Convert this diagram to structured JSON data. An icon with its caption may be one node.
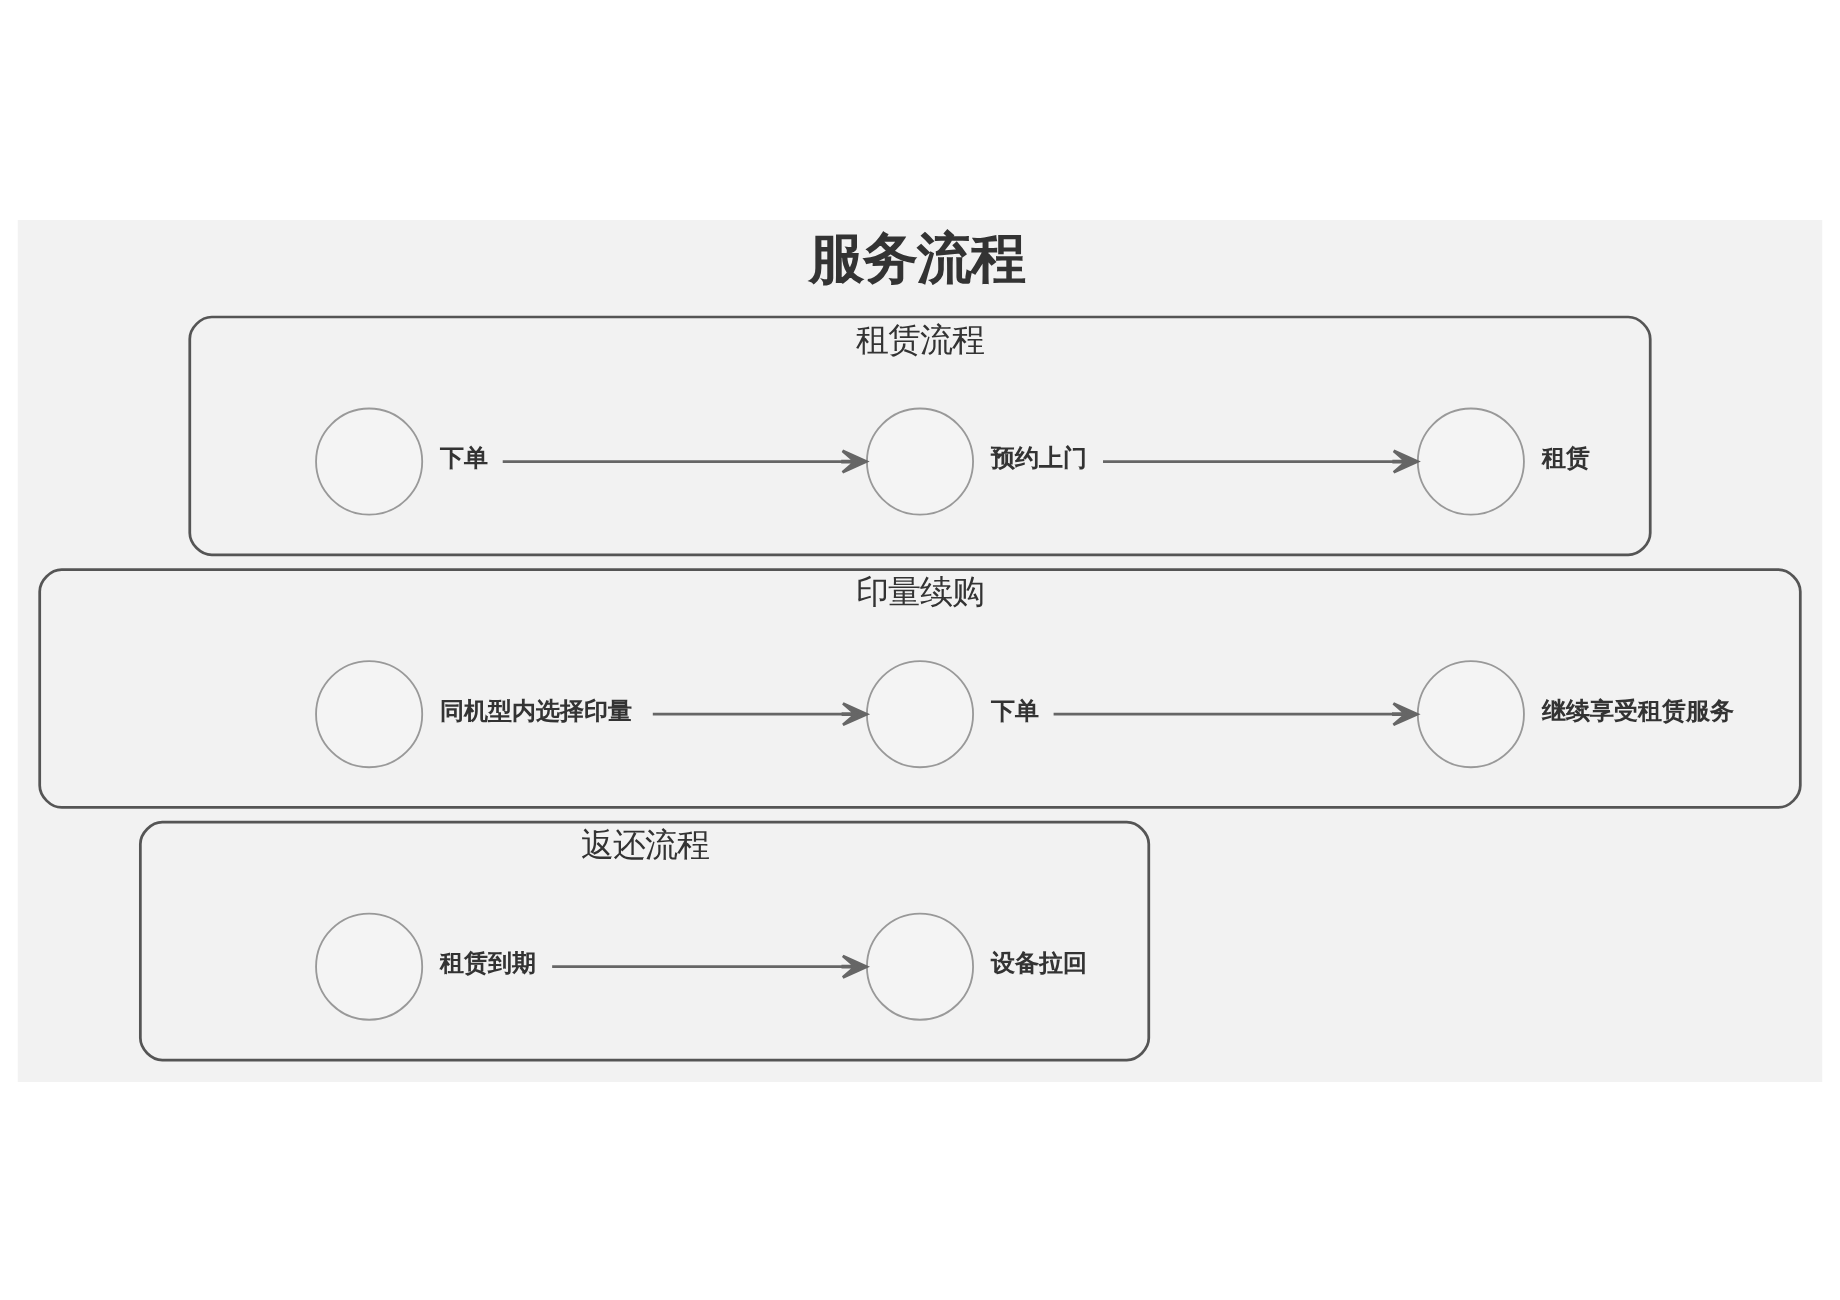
{
  "diagram": {
    "title": "服务流程",
    "nodes": [
      {
        "text": [
          "租赁流程"
        ]
      },
      {
        "text": [],
        "shape": "circle",
        "beside": [
          "下单"
        ],
        "in": 0
      },
      {
        "text": [],
        "shape": "circle",
        "beside": [
          "预约上门"
        ],
        "in": 0
      },
      {
        "text": [],
        "shape": "circle",
        "beside": [
          "租赁"
        ],
        "in": 0
      },
      {
        "text": [
          "印量续购"
        ]
      },
      {
        "text": [],
        "shape": "circle",
        "beside": [
          "同机型内选择印量"
        ],
        "in": 4
      },
      {
        "text": [],
        "shape": "circle",
        "beside": [
          "下单"
        ],
        "in": 4
      },
      {
        "text": [],
        "shape": "circle",
        "beside": [
          "继续享受租赁服务"
        ],
        "in": 4
      },
      {
        "text": [
          "返还流程"
        ]
      },
      {
        "text": [],
        "shape": "circle",
        "beside": [
          "租赁到期"
        ],
        "in": 8
      },
      {
        "text": [],
        "shape": "circle",
        "beside": [
          "设备拉回"
        ],
        "in": 8
      }
    ],
    "edges": [
      {
        "from": 1,
        "to": 2,
        "arrow": "to"
      },
      {
        "from": 2,
        "to": 3,
        "arrow": "to"
      },
      {
        "from": 5,
        "to": 6,
        "arrow": "to"
      },
      {
        "from": 6,
        "to": 7,
        "arrow": "to"
      },
      {
        "from": 9,
        "to": 10,
        "arrow": "to"
      }
    ]
  }
}
